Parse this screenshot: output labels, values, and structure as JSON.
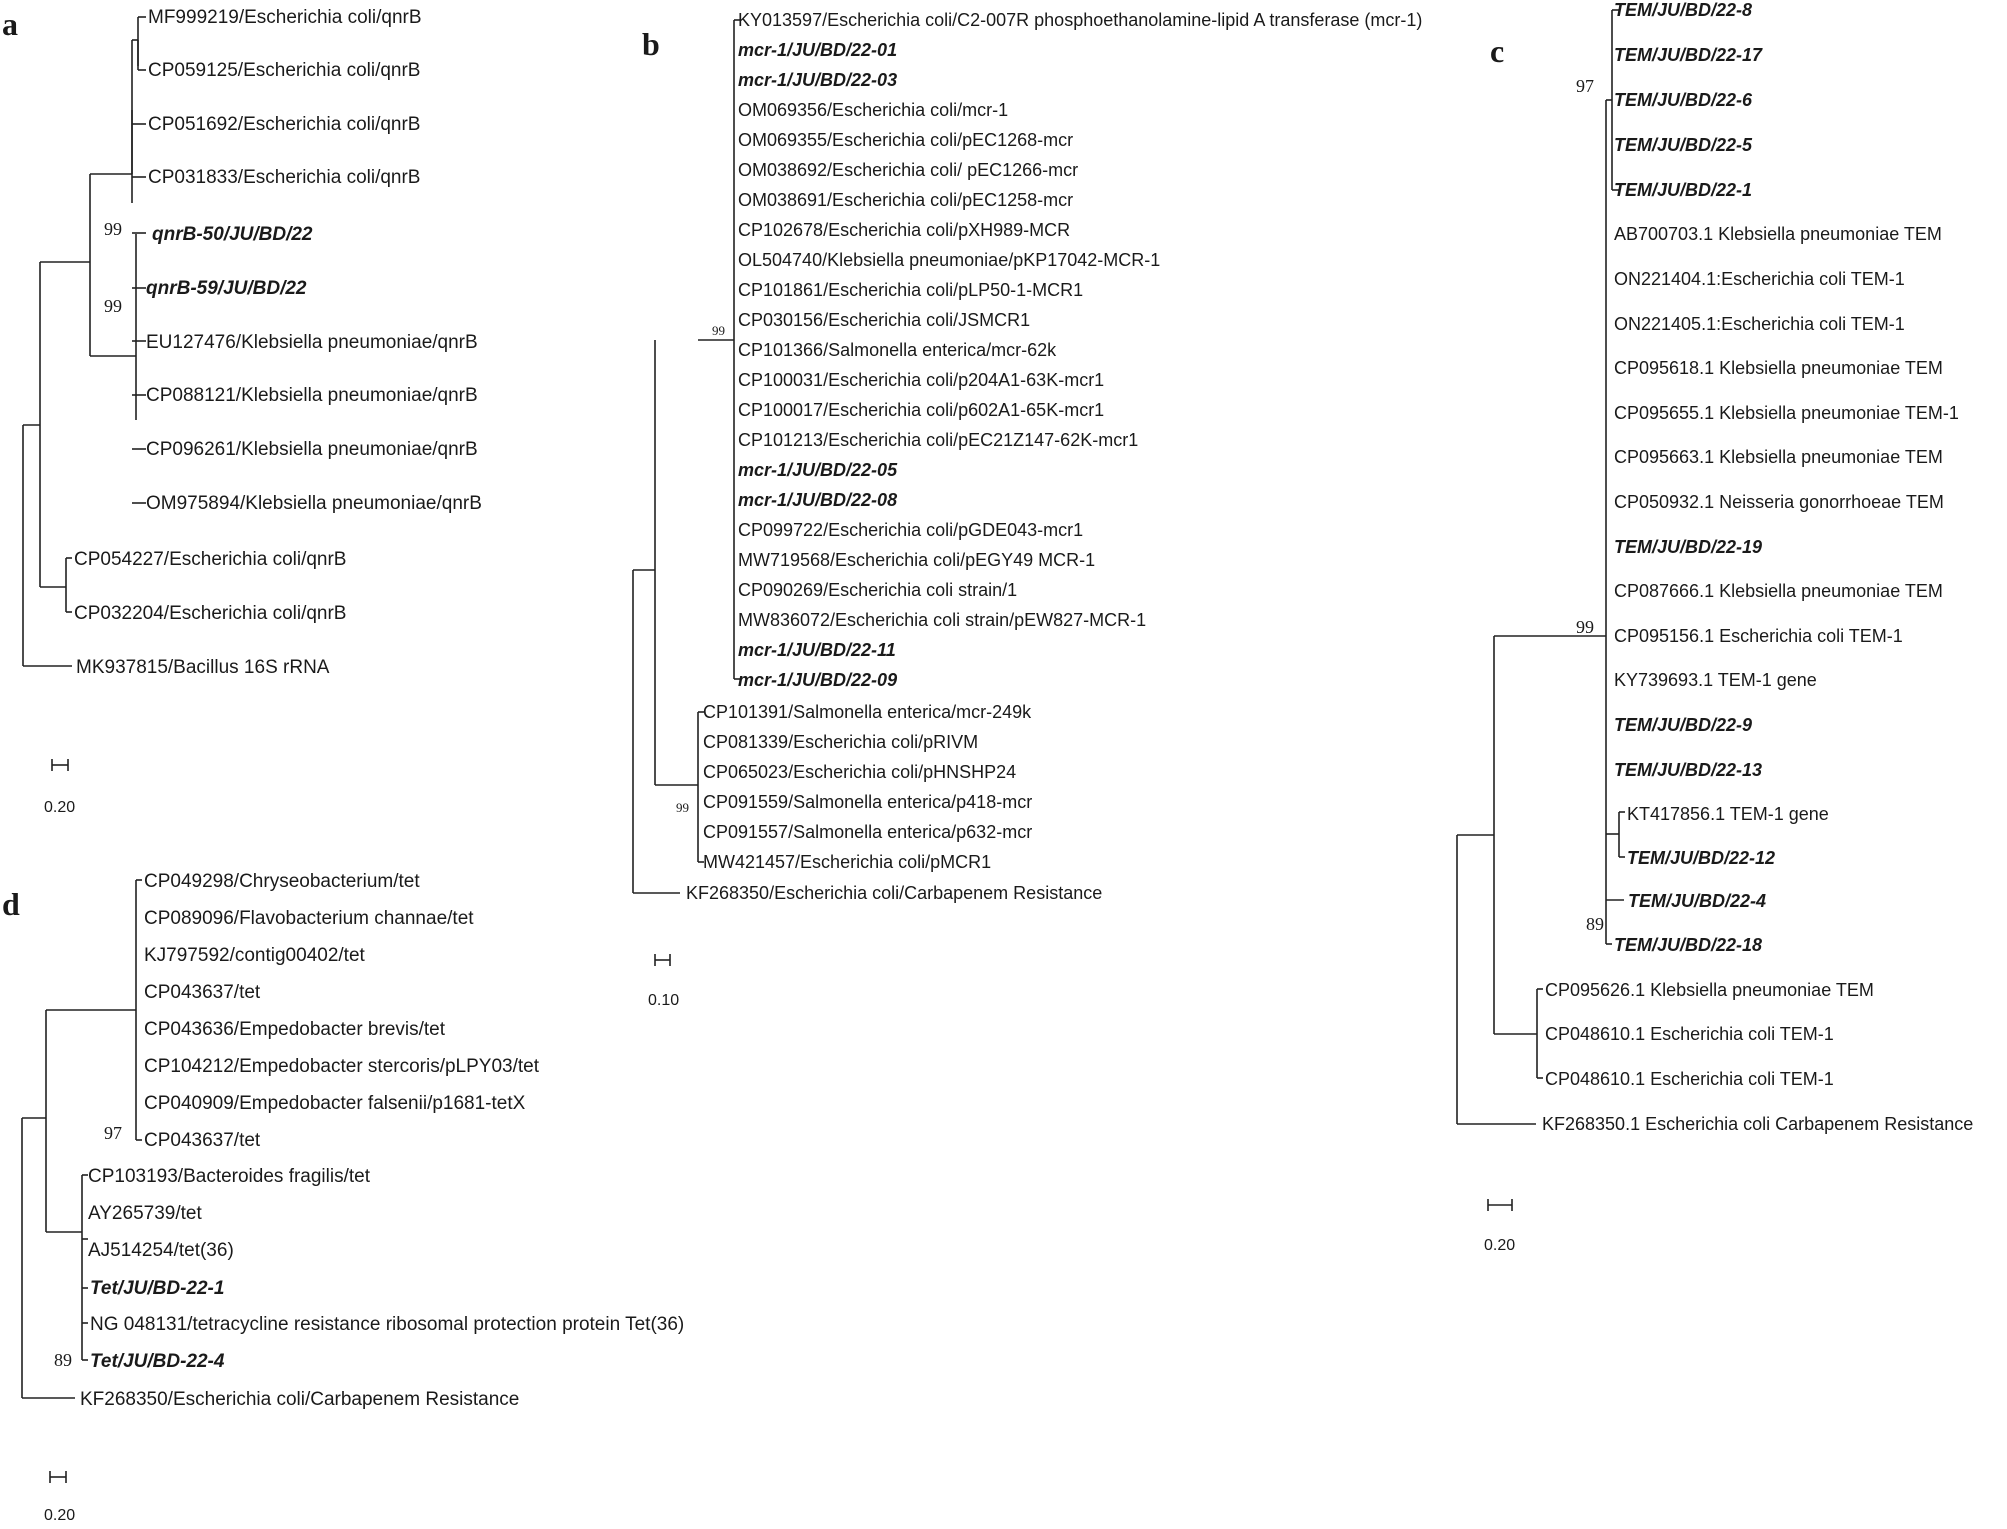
{
  "panels": [
    {
      "letter": "a",
      "scale_label": "0.20",
      "leaves": [
        {
          "label": "MF999219/Escherichia coli/qnrB",
          "bold": false
        },
        {
          "label": "CP059125/Escherichia coli/qnrB",
          "bold": false
        },
        {
          "label": "CP051692/Escherichia coli/qnrB",
          "bold": false
        },
        {
          "label": "CP031833/Escherichia coli/qnrB",
          "bold": false
        },
        {
          "label": "qnrB-50/JU/BD/22",
          "bold": true
        },
        {
          "label": "qnrB-59/JU/BD/22",
          "bold": true
        },
        {
          "label": "EU127476/Klebsiella pneumoniae/qnrB",
          "bold": false
        },
        {
          "label": "CP088121/Klebsiella pneumoniae/qnrB",
          "bold": false
        },
        {
          "label": "CP096261/Klebsiella pneumoniae/qnrB",
          "bold": false
        },
        {
          "label": "OM975894/Klebsiella pneumoniae/qnrB",
          "bold": false
        },
        {
          "label": "CP054227/Escherichia coli/qnrB",
          "bold": false
        },
        {
          "label": "CP032204/Escherichia coli/qnrB",
          "bold": false
        },
        {
          "label": "MK937815/Bacillus 16S rRNA",
          "bold": false
        }
      ],
      "bootstrap": [
        "99",
        "99"
      ]
    },
    {
      "letter": "b",
      "scale_label": "0.10",
      "leaves": [
        {
          "label": "KY013597/Escherichia coli/C2-007R phosphoethanolamine-lipid A transferase (mcr-1)",
          "bold": false
        },
        {
          "label": "mcr-1/JU/BD/22-01",
          "bold": true
        },
        {
          "label": "mcr-1/JU/BD/22-03",
          "bold": true
        },
        {
          "label": "OM069356/Escherichia coli/mcr-1",
          "bold": false
        },
        {
          "label": "OM069355/Escherichia coli/pEC1268-mcr",
          "bold": false
        },
        {
          "label": "OM038692/Escherichia coli/ pEC1266-mcr",
          "bold": false
        },
        {
          "label": "OM038691/Escherichia coli/pEC1258-mcr",
          "bold": false
        },
        {
          "label": "CP102678/Escherichia coli/pXH989-MCR",
          "bold": false
        },
        {
          "label": "OL504740/Klebsiella pneumoniae/pKP17042-MCR-1",
          "bold": false
        },
        {
          "label": "CP101861/Escherichia coli/pLP50-1-MCR1",
          "bold": false
        },
        {
          "label": "CP030156/Escherichia coli/JSMCR1",
          "bold": false
        },
        {
          "label": "CP101366/Salmonella enterica/mcr-62k",
          "bold": false
        },
        {
          "label": "CP100031/Escherichia coli/p204A1-63K-mcr1",
          "bold": false
        },
        {
          "label": "CP100017/Escherichia coli/p602A1-65K-mcr1",
          "bold": false
        },
        {
          "label": "CP101213/Escherichia coli/pEC21Z147-62K-mcr1",
          "bold": false
        },
        {
          "label": "mcr-1/JU/BD/22-05",
          "bold": true
        },
        {
          "label": "mcr-1/JU/BD/22-08",
          "bold": true
        },
        {
          "label": "CP099722/Escherichia coli/pGDE043-mcr1",
          "bold": false
        },
        {
          "label": "MW719568/Escherichia coli/pEGY49 MCR-1",
          "bold": false
        },
        {
          "label": "CP090269/Escherichia coli strain/1",
          "bold": false
        },
        {
          "label": "MW836072/Escherichia coli strain/pEW827-MCR-1",
          "bold": false
        },
        {
          "label": "mcr-1/JU/BD/22-11",
          "bold": true
        },
        {
          "label": "mcr-1/JU/BD/22-09",
          "bold": true
        },
        {
          "label": "CP101391/Salmonella enterica/mcr-249k",
          "bold": false
        },
        {
          "label": "CP081339/Escherichia coli/pRIVM",
          "bold": false
        },
        {
          "label": "CP065023/Escherichia coli/pHNSHP24",
          "bold": false
        },
        {
          "label": "CP091559/Salmonella enterica/p418-mcr",
          "bold": false
        },
        {
          "label": "CP091557/Salmonella enterica/p632-mcr",
          "bold": false
        },
        {
          "label": "MW421457/Escherichia coli/pMCR1",
          "bold": false
        },
        {
          "label": "KF268350/Escherichia coli/Carbapenem Resistance",
          "bold": false
        }
      ],
      "bootstrap": [
        "99",
        "99"
      ]
    },
    {
      "letter": "c",
      "scale_label": "0.20",
      "leaves": [
        {
          "label": "TEM/JU/BD/22-8",
          "bold": true
        },
        {
          "label": "TEM/JU/BD/22-17",
          "bold": true
        },
        {
          "label": "TEM/JU/BD/22-6",
          "bold": true
        },
        {
          "label": "TEM/JU/BD/22-5",
          "bold": true
        },
        {
          "label": "TEM/JU/BD/22-1",
          "bold": true
        },
        {
          "label": "AB700703.1 Klebsiella pneumoniae TEM",
          "bold": false
        },
        {
          "label": "ON221404.1:Escherichia coli TEM-1",
          "bold": false
        },
        {
          "label": "ON221405.1:Escherichia coli TEM-1",
          "bold": false
        },
        {
          "label": "CP095618.1 Klebsiella pneumoniae TEM",
          "bold": false
        },
        {
          "label": "CP095655.1 Klebsiella pneumoniae TEM-1",
          "bold": false
        },
        {
          "label": "CP095663.1 Klebsiella pneumoniae TEM",
          "bold": false
        },
        {
          "label": "CP050932.1 Neisseria gonorrhoeae TEM",
          "bold": false
        },
        {
          "label": "TEM/JU/BD/22-19",
          "bold": true
        },
        {
          "label": "CP087666.1 Klebsiella pneumoniae TEM",
          "bold": false
        },
        {
          "label": "CP095156.1 Escherichia coli TEM-1",
          "bold": false
        },
        {
          "label": "KY739693.1 TEM-1 gene",
          "bold": false
        },
        {
          "label": "TEM/JU/BD/22-9",
          "bold": true
        },
        {
          "label": "TEM/JU/BD/22-13",
          "bold": true
        },
        {
          "label": "KT417856.1 TEM-1 gene",
          "bold": false
        },
        {
          "label": "TEM/JU/BD/22-12",
          "bold": true
        },
        {
          "label": "TEM/JU/BD/22-4",
          "bold": true
        },
        {
          "label": "TEM/JU/BD/22-18",
          "bold": true
        },
        {
          "label": "CP095626.1 Klebsiella pneumoniae TEM",
          "bold": false
        },
        {
          "label": "CP048610.1 Escherichia coli TEM-1",
          "bold": false
        },
        {
          "label": "CP048610.1 Escherichia coli TEM-1",
          "bold": false
        },
        {
          "label": "KF268350.1 Escherichia coli Carbapenem Resistance",
          "bold": false
        }
      ],
      "bootstrap": [
        "97",
        "99",
        "89"
      ]
    },
    {
      "letter": "d",
      "scale_label": "0.20",
      "leaves": [
        {
          "label": "CP049298/Chryseobacterium/tet",
          "bold": false
        },
        {
          "label": "CP089096/Flavobacterium channae/tet",
          "bold": false
        },
        {
          "label": "KJ797592/contig00402/tet",
          "bold": false
        },
        {
          "label": "CP043637/tet",
          "bold": false
        },
        {
          "label": "CP043636/Empedobacter brevis/tet",
          "bold": false
        },
        {
          "label": "CP104212/Empedobacter stercoris/pLPY03/tet",
          "bold": false
        },
        {
          "label": "CP040909/Empedobacter falsenii/p1681-tetX",
          "bold": false
        },
        {
          "label": "CP043637/tet",
          "bold": false
        },
        {
          "label": "CP103193/Bacteroides fragilis/tet",
          "bold": false
        },
        {
          "label": "AY265739/tet",
          "bold": false
        },
        {
          "label": "AJ514254/tet(36)",
          "bold": false
        },
        {
          "label": "Tet/JU/BD-22-1",
          "bold": true
        },
        {
          "label": "NG 048131/tetracycline resistance ribosomal protection protein Tet(36)",
          "bold": false
        },
        {
          "label": "Tet/JU/BD-22-4",
          "bold": true
        },
        {
          "label": "KF268350/Escherichia coli/Carbapenem Resistance",
          "bold": false
        }
      ],
      "bootstrap": [
        "97",
        "89"
      ]
    }
  ]
}
